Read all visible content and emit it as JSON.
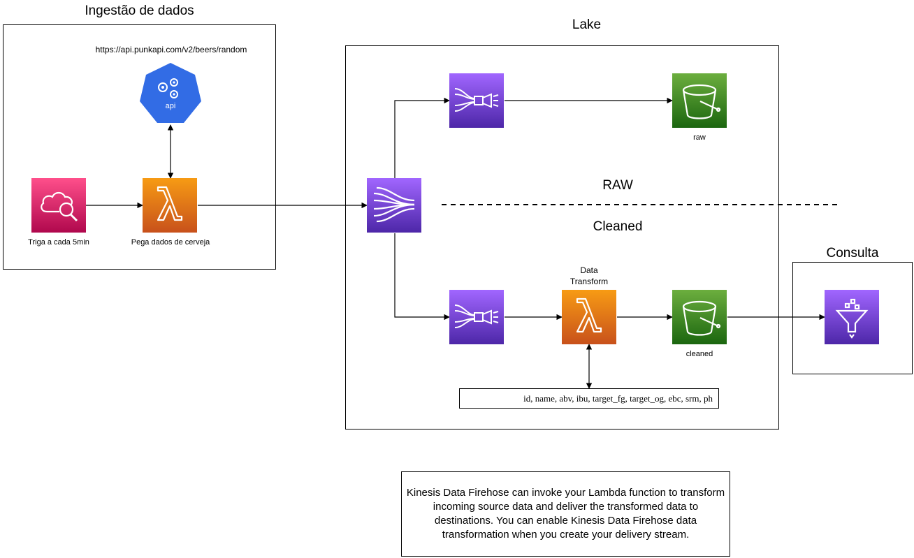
{
  "groups": {
    "ingestion": {
      "title": "Ingestão de dados"
    },
    "lake": {
      "title": "Lake"
    },
    "query": {
      "title": "Consulta"
    }
  },
  "api": {
    "url": "https://api.punkapi.com/v2/beers/random",
    "badge": "api",
    "icon": "kubernetes-api-icon",
    "color": "#326ce5"
  },
  "scheduler": {
    "label": "Triga a cada 5min",
    "icon": "cloudwatch-events-icon"
  },
  "ingest_lambda": {
    "label": "Pega dados de cerveja",
    "icon": "lambda-icon"
  },
  "stream": {
    "icon": "kinesis-data-streams-icon"
  },
  "firehose_raw": {
    "icon": "kinesis-firehose-icon"
  },
  "firehose_cleaned": {
    "icon": "kinesis-firehose-icon"
  },
  "bucket_raw": {
    "label": "raw",
    "icon": "s3-bucket-icon"
  },
  "bucket_cleaned": {
    "label": "cleaned",
    "icon": "s3-bucket-icon"
  },
  "transform_lambda": {
    "label_line1": "Data",
    "label_line2": "Transform",
    "icon": "lambda-icon"
  },
  "athena": {
    "icon": "athena-icon"
  },
  "zones": {
    "raw": "RAW",
    "cleaned": "Cleaned"
  },
  "fields": "id, name, abv, ibu, target_fg, target_og, ebc, srm, ph",
  "note": "Kinesis Data Firehose can invoke your Lambda function to transform incoming source data and deliver the transformed data to destinations. You can enable Kinesis Data Firehose data transformation when you create your delivery stream.",
  "colors": {
    "lambda": "#ed7100",
    "kinesis": "#8c4fff",
    "s3": "#3f8624",
    "events": "#e7157b"
  }
}
